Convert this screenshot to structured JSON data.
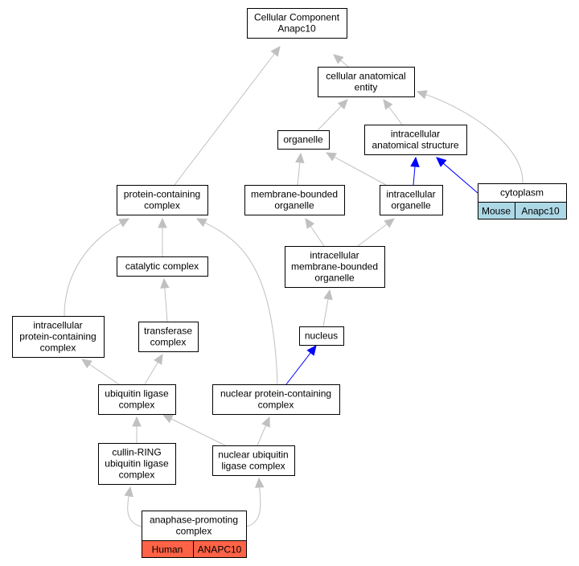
{
  "colors": {
    "edge_gray": "#c0c0c0",
    "edge_blue": "#0000ff",
    "mouse_cell": "#add8e6",
    "human_cell": "#ff6347"
  },
  "nodes": [
    {
      "id": "cellular-component-anapc10",
      "lines": [
        "Cellular Component",
        "Anapc10"
      ]
    },
    {
      "id": "cellular-anatomical-entity",
      "lines": [
        "cellular anatomical",
        "entity"
      ]
    },
    {
      "id": "organelle",
      "lines": [
        "organelle"
      ]
    },
    {
      "id": "intracellular-anatomical-structure",
      "lines": [
        "intracellular",
        "anatomical structure"
      ]
    },
    {
      "id": "cytoplasm",
      "lines": [
        "cytoplasm"
      ],
      "tags": [
        "Mouse",
        "Anapc10"
      ],
      "tag_color": "mouse_cell"
    },
    {
      "id": "protein-containing-complex",
      "lines": [
        "protein-containing",
        "complex"
      ]
    },
    {
      "id": "membrane-bounded-organelle",
      "lines": [
        "membrane-bounded",
        "organelle"
      ]
    },
    {
      "id": "intracellular-organelle",
      "lines": [
        "intracellular",
        "organelle"
      ]
    },
    {
      "id": "catalytic-complex",
      "lines": [
        "catalytic complex"
      ]
    },
    {
      "id": "intracellular-membrane-bounded-organelle",
      "lines": [
        "intracellular",
        "membrane-bounded",
        "organelle"
      ]
    },
    {
      "id": "intracellular-protein-containing-complex",
      "lines": [
        "intracellular",
        "protein-containing",
        "complex"
      ]
    },
    {
      "id": "transferase-complex",
      "lines": [
        "transferase",
        "complex"
      ]
    },
    {
      "id": "nucleus",
      "lines": [
        "nucleus"
      ]
    },
    {
      "id": "ubiquitin-ligase-complex",
      "lines": [
        "ubiquitin ligase",
        "complex"
      ]
    },
    {
      "id": "nuclear-protein-containing-complex",
      "lines": [
        "nuclear protein-containing",
        "complex"
      ]
    },
    {
      "id": "cullin-ring-ubiquitin-ligase-complex",
      "lines": [
        "cullin-RING",
        "ubiquitin ligase",
        "complex"
      ]
    },
    {
      "id": "nuclear-ubiquitin-ligase-complex",
      "lines": [
        "nuclear ubiquitin",
        "ligase complex"
      ]
    },
    {
      "id": "anaphase-promoting-complex",
      "lines": [
        "anaphase-promoting",
        "complex"
      ],
      "tags": [
        "Human",
        "ANAPC10"
      ],
      "tag_color": "human_cell"
    }
  ],
  "edges": [
    {
      "from": "cellular-anatomical-entity",
      "to": "cellular-component-anapc10",
      "color": "edge_gray"
    },
    {
      "from": "protein-containing-complex",
      "to": "cellular-component-anapc10",
      "color": "edge_gray"
    },
    {
      "from": "organelle",
      "to": "cellular-anatomical-entity",
      "color": "edge_gray"
    },
    {
      "from": "intracellular-anatomical-structure",
      "to": "cellular-anatomical-entity",
      "color": "edge_gray"
    },
    {
      "from": "cytoplasm",
      "to": "cellular-anatomical-entity",
      "color": "edge_gray"
    },
    {
      "from": "cytoplasm",
      "to": "intracellular-anatomical-structure",
      "color": "edge_blue"
    },
    {
      "from": "membrane-bounded-organelle",
      "to": "organelle",
      "color": "edge_gray"
    },
    {
      "from": "intracellular-organelle",
      "to": "organelle",
      "color": "edge_gray"
    },
    {
      "from": "intracellular-organelle",
      "to": "intracellular-anatomical-structure",
      "color": "edge_blue"
    },
    {
      "from": "catalytic-complex",
      "to": "protein-containing-complex",
      "color": "edge_gray"
    },
    {
      "from": "intracellular-protein-containing-complex",
      "to": "protein-containing-complex",
      "color": "edge_gray"
    },
    {
      "from": "nuclear-protein-containing-complex",
      "to": "protein-containing-complex",
      "color": "edge_gray"
    },
    {
      "from": "intracellular-membrane-bounded-organelle",
      "to": "membrane-bounded-organelle",
      "color": "edge_gray"
    },
    {
      "from": "intracellular-membrane-bounded-organelle",
      "to": "intracellular-organelle",
      "color": "edge_gray"
    },
    {
      "from": "transferase-complex",
      "to": "catalytic-complex",
      "color": "edge_gray"
    },
    {
      "from": "nucleus",
      "to": "intracellular-membrane-bounded-organelle",
      "color": "edge_gray"
    },
    {
      "from": "ubiquitin-ligase-complex",
      "to": "intracellular-protein-containing-complex",
      "color": "edge_gray"
    },
    {
      "from": "ubiquitin-ligase-complex",
      "to": "transferase-complex",
      "color": "edge_gray"
    },
    {
      "from": "nuclear-protein-containing-complex",
      "to": "nucleus",
      "color": "edge_blue"
    },
    {
      "from": "cullin-ring-ubiquitin-ligase-complex",
      "to": "ubiquitin-ligase-complex",
      "color": "edge_gray"
    },
    {
      "from": "nuclear-ubiquitin-ligase-complex",
      "to": "ubiquitin-ligase-complex",
      "color": "edge_gray"
    },
    {
      "from": "nuclear-ubiquitin-ligase-complex",
      "to": "nuclear-protein-containing-complex",
      "color": "edge_gray"
    },
    {
      "from": "anaphase-promoting-complex",
      "to": "cullin-ring-ubiquitin-ligase-complex",
      "color": "edge_gray"
    },
    {
      "from": "anaphase-promoting-complex",
      "to": "nuclear-ubiquitin-ligase-complex",
      "color": "edge_gray"
    }
  ]
}
